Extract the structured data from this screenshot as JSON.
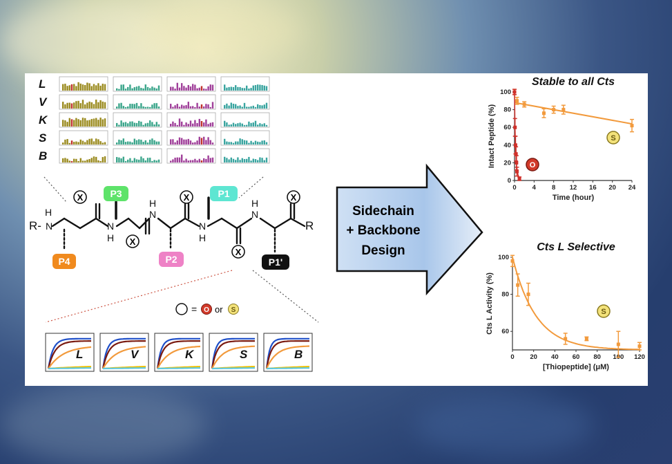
{
  "residue_letters": [
    "L",
    "V",
    "K",
    "S",
    "B"
  ],
  "positions": {
    "p4": "P4",
    "p3": "P3",
    "p2": "P2",
    "p1": "P1",
    "p1prime": "P1'"
  },
  "backbone": {
    "left_group": "R-",
    "right_group": "R",
    "n_label": "N",
    "h_label": "H",
    "x_label": "X"
  },
  "legend": {
    "equals": "=",
    "or": "or",
    "o_label": "O",
    "s_label": "S"
  },
  "arrow_text": {
    "line1": "Sidechain",
    "line2": "+ Backbone",
    "line3": "Design"
  },
  "colors": {
    "p4": "#f08a1e",
    "p3": "#5ee36a",
    "p2": "#ee82c6",
    "p1": "#5ee6d2",
    "p1prime": "#111111",
    "o_marker": "#d23a2a",
    "s_marker": "#f3e27a",
    "orange_series": "#f29a3c",
    "red_series": "#d0302a"
  },
  "chart_data": [
    {
      "type": "scatter",
      "title": "Stable to all Cts",
      "xlabel": "Time (hour)",
      "ylabel": "Intact Peptide (%)",
      "xlim": [
        0,
        24
      ],
      "ylim": [
        0,
        100
      ],
      "xticks": [
        "0",
        "4",
        "8",
        "12",
        "16",
        "20",
        "24"
      ],
      "yticks": [
        "0",
        "20",
        "40",
        "60",
        "80",
        "100"
      ],
      "series": [
        {
          "marker": "S",
          "color": "#f29a3c",
          "x": [
            0,
            0.5,
            2,
            6,
            8,
            10,
            24
          ],
          "y": [
            100,
            90,
            86,
            76,
            80,
            80,
            62
          ],
          "err": [
            3,
            4,
            3,
            5,
            4,
            5,
            7
          ],
          "fit": {
            "kind": "linear",
            "x": [
              0,
              24
            ],
            "y": [
              88,
              64
            ]
          }
        },
        {
          "marker": "O",
          "color": "#d0302a",
          "x": [
            0,
            0.1,
            0.2,
            0.3,
            0.4,
            0.5,
            1
          ],
          "y": [
            100,
            60,
            40,
            30,
            20,
            10,
            2
          ],
          "err": [
            3,
            10,
            10,
            8,
            8,
            5,
            2
          ]
        }
      ]
    },
    {
      "type": "scatter",
      "title": "Cts L Selective",
      "xlabel": "[Thiopeptide] (μM)",
      "ylabel": "Cts L Activity (%)",
      "xlim": [
        0,
        120
      ],
      "ylim": [
        50,
        100
      ],
      "xticks": [
        "0",
        "20",
        "40",
        "60",
        "80",
        "100",
        "120"
      ],
      "yticks": [
        "60",
        "80",
        "100"
      ],
      "series": [
        {
          "marker": "S",
          "color": "#f29a3c",
          "x": [
            0,
            5,
            15,
            50,
            70,
            100,
            120
          ],
          "y": [
            98,
            85,
            80,
            56,
            56,
            53,
            52
          ],
          "err": [
            3,
            6,
            6,
            3,
            1,
            7,
            2
          ],
          "fit": {
            "kind": "decay",
            "top": 100,
            "bottom": 50,
            "k": 0.045
          }
        }
      ]
    }
  ]
}
